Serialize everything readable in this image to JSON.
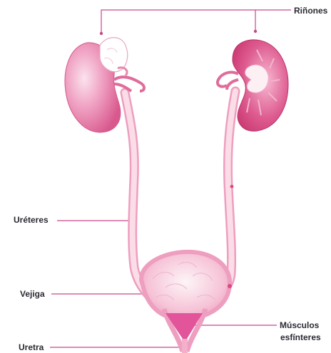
{
  "labels": {
    "rinones": "Riñones",
    "ureteres": "Uréteres",
    "vejiga": "Vejiga",
    "musculos": "Músculos",
    "esfinteres": "esfínteres",
    "uretra": "Uretra"
  },
  "colors": {
    "kidney_left": "#e98fb3",
    "kidney_right": "#d9447f",
    "tube": "#f5bfd4",
    "tube_outline": "#ee9ebf",
    "bladder": "#f4b6cd",
    "bladder_inner": "#fbeef3",
    "sphincter": "#e3559a",
    "leader_line": "#c8478a",
    "text": "#2b2a33"
  }
}
